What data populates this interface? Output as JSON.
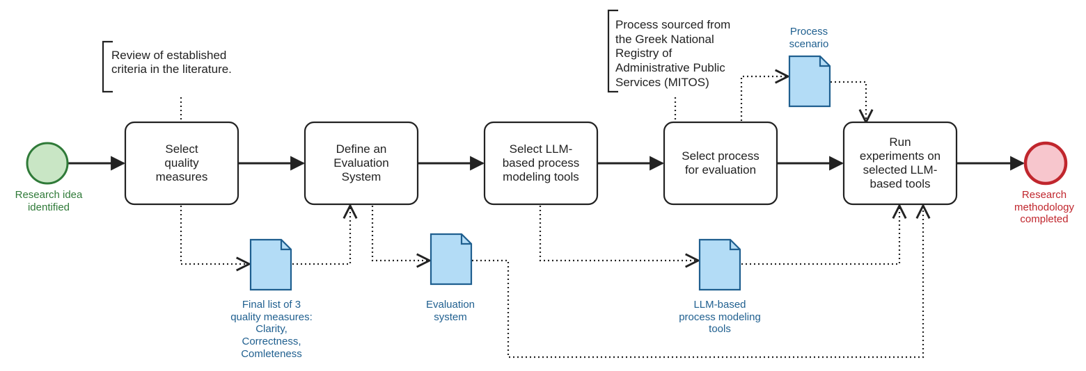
{
  "events": {
    "start": "Research idea\nidentified",
    "end": "Research\nmethodology\ncompleted"
  },
  "tasks": [
    "Select\nquality\nmeasures",
    "Define an\nEvaluation\nSystem",
    "Select LLM-\nbased process\nmodeling tools",
    "Select process\nfor evaluation",
    "Run\nexperiments on\nselected LLM-\nbased tools"
  ],
  "documents": {
    "quality_measures": "Final list of 3\nquality measures:\nClarity,\nCorrectness,\nComleteness",
    "evaluation_system": "Evaluation\nsystem",
    "llm_tools": "LLM-based\nprocess modeling\ntools",
    "process_scenario": "Process\nscenario"
  },
  "annotations": {
    "literature": "Review of established\ncriteria in the literature.",
    "mitos": "Process sourced from\nthe Greek National\nRegistry of\nAdministrative Public\nServices (MITOS)"
  },
  "colors": {
    "start_fill": "#c9e6c5",
    "start_stroke": "#2f7a38",
    "end_fill": "#f7c6cd",
    "end_stroke": "#c0262d",
    "doc_fill": "#b3dcf6",
    "doc_stroke": "#1f5f8f",
    "flow": "#222222"
  }
}
